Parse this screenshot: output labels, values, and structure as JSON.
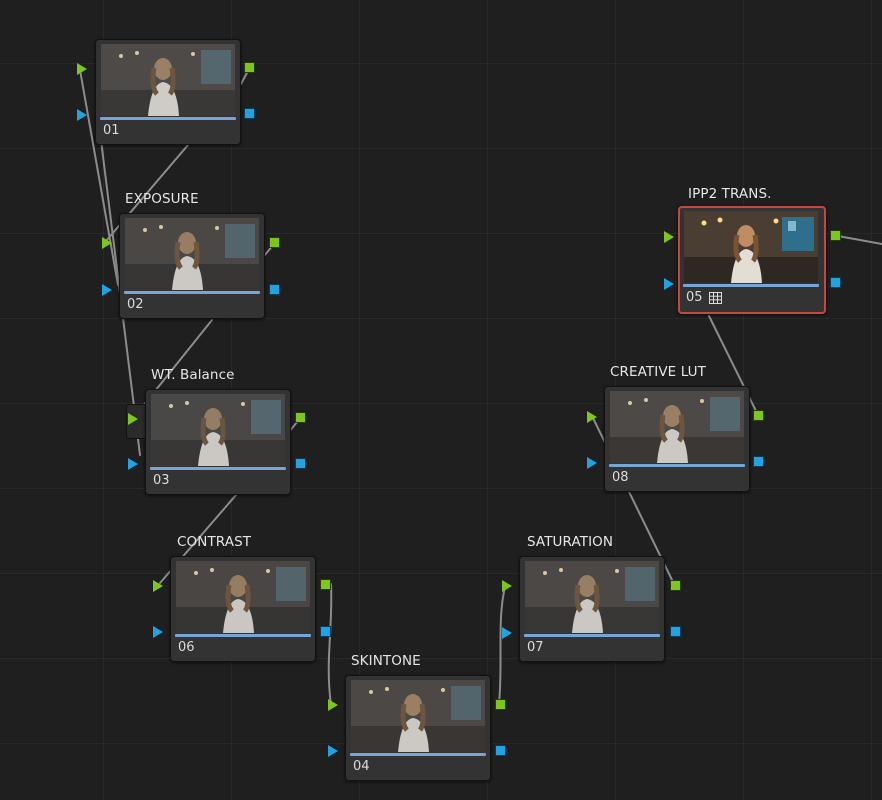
{
  "colors": {
    "background": "#1f1f20",
    "node_body": "#333334",
    "node_progress": "#76a6d8",
    "rgb_port": "#7dc61e",
    "alpha_port": "#1fa3e3",
    "selected_border": "#c4483e",
    "wire": "#8c8c8c"
  },
  "nodes": [
    {
      "id": "01",
      "number": "01",
      "label": "",
      "selected": false,
      "lut_icon": false
    },
    {
      "id": "02",
      "number": "02",
      "label": "EXPOSURE",
      "selected": false,
      "lut_icon": false
    },
    {
      "id": "03",
      "number": "03",
      "label": "WT. Balance",
      "selected": false,
      "lut_icon": false
    },
    {
      "id": "06",
      "number": "06",
      "label": "CONTRAST",
      "selected": false,
      "lut_icon": false
    },
    {
      "id": "04",
      "number": "04",
      "label": "SKINTONE",
      "selected": false,
      "lut_icon": false
    },
    {
      "id": "07",
      "number": "07",
      "label": "SATURATION",
      "selected": false,
      "lut_icon": false
    },
    {
      "id": "08",
      "number": "08",
      "label": "CREATIVE LUT",
      "selected": false,
      "lut_icon": false
    },
    {
      "id": "05",
      "number": "05",
      "label": "IPP2 TRANS.",
      "selected": true,
      "lut_icon": true,
      "icon": "lut-grid-icon"
    }
  ],
  "connections": [
    {
      "from": "01",
      "to": "02"
    },
    {
      "from": "02",
      "to": "03"
    },
    {
      "from": "03",
      "to": "06"
    },
    {
      "from": "06",
      "to": "04"
    },
    {
      "from": "04",
      "to": "07"
    },
    {
      "from": "07",
      "to": "08"
    },
    {
      "from": "08",
      "to": "05"
    },
    {
      "from": "05",
      "to": "output"
    }
  ]
}
